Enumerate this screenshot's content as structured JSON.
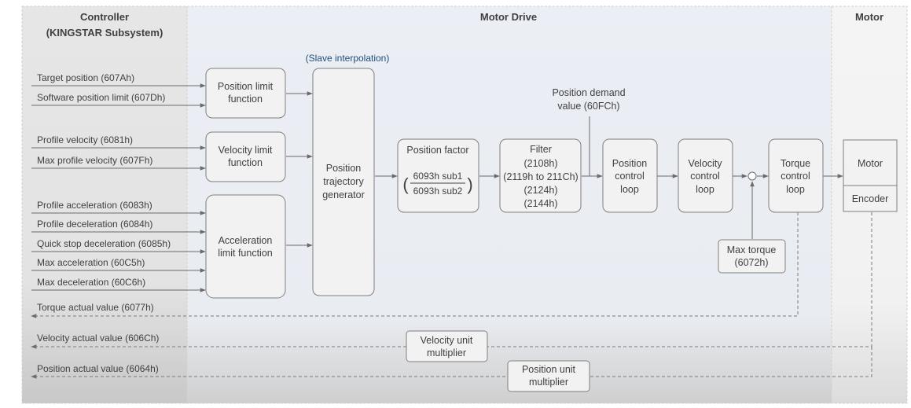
{
  "sections": {
    "controller_title_1": "Controller",
    "controller_title_2": "(KINGSTAR Subsystem)",
    "drive_title": "Motor Drive",
    "motor_title": "Motor"
  },
  "slave_interp_label": "(Slave interpolation)",
  "inputs": {
    "target_position": "Target position (607Ah)",
    "software_position_limit": "Software position limit (607Dh)",
    "profile_velocity": "Profile velocity (6081h)",
    "max_profile_velocity": "Max profile velocity (607Fh)",
    "profile_acceleration": "Profile acceleration (6083h)",
    "profile_deceleration": "Profile deceleration (6084h)",
    "quick_stop_deceleration": "Quick stop deceleration (6085h)",
    "max_acceleration": "Max acceleration (60C5h)",
    "max_deceleration": "Max deceleration (60C6h)"
  },
  "feedback": {
    "torque_actual": "Torque actual value (6077h)",
    "velocity_actual": "Velocity actual value (606Ch)",
    "position_actual": "Position actual value (6064h)"
  },
  "blocks": {
    "position_limit": [
      "Position limit",
      "function"
    ],
    "velocity_limit": [
      "Velocity limit",
      "function"
    ],
    "acceleration_limit": [
      "Acceleration",
      "limit function"
    ],
    "trajectory": [
      "Position",
      "trajectory",
      "generator"
    ],
    "position_factor_title": "Position factor",
    "position_factor_num": "6093h sub1",
    "position_factor_den": "6093h sub2",
    "filter": [
      "Filter",
      "(2108h)",
      "(2119h to 211Ch)",
      "(2124h)",
      "(2144h)"
    ],
    "position_control": [
      "Position",
      "control",
      "loop"
    ],
    "velocity_control": [
      "Velocity",
      "control",
      "loop"
    ],
    "torque_control": [
      "Torque",
      "control",
      "loop"
    ],
    "motor": "Motor",
    "encoder": "Encoder",
    "max_torque": [
      "Max torque",
      "(6072h)"
    ],
    "velocity_unit_multiplier": [
      "Velocity unit",
      "multiplier"
    ],
    "position_unit_multiplier": [
      "Position unit",
      "multiplier"
    ]
  },
  "position_demand_label": [
    "Position demand",
    "value (60FCh)"
  ],
  "colors": {
    "accent_blue": "#1f4e79",
    "block_fill": "#f2f2f2",
    "block_stroke": "#7f7f7f",
    "drive_bg": "#eaeef4"
  }
}
